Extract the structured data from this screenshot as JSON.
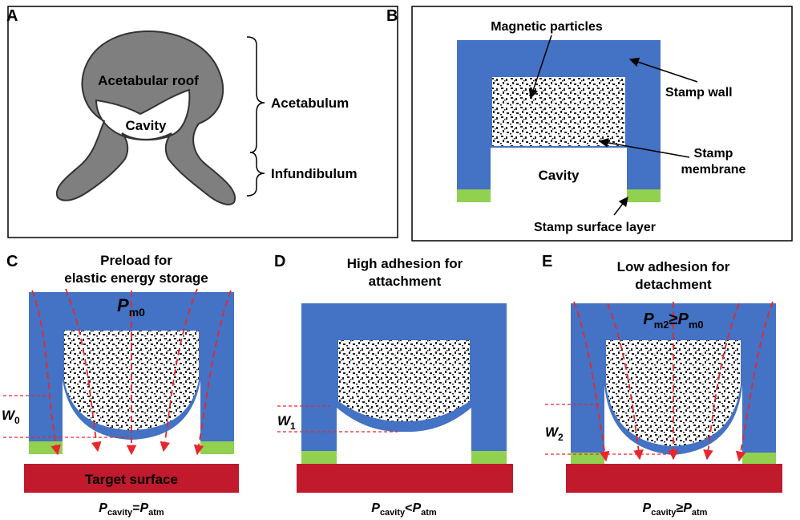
{
  "colors": {
    "stamp_blue": "#4472C4",
    "surface_green": "#92D050",
    "target_red": "#C01A2C",
    "arrow_red": "#E8262C",
    "roof_gray": "#7F7F7F",
    "particle_dark": "#222222"
  },
  "panels": {
    "A": {
      "letter": "A",
      "roof_label": "Acetabular roof",
      "cavity_label": "Cavity",
      "acetabulum_label": "Acetabulum",
      "infundibulum_label": "Infundibulum"
    },
    "B": {
      "letter": "B",
      "particles_label": "Magnetic particles",
      "wall_label": "Stamp wall",
      "membrane_line1": "Stamp",
      "membrane_line2": "membrane",
      "cavity_label": "Cavity",
      "surface_layer_label": "Stamp surface layer"
    },
    "C": {
      "letter": "C",
      "title_line1": "Preload for",
      "title_line2": "elastic energy storage",
      "pressure_main": "P",
      "pressure_sub": "m0",
      "w_main": "W",
      "w_sub": "0",
      "target_label": "Target surface",
      "eq_p1": "P",
      "eq_s1": "cavity",
      "eq_op": "=",
      "eq_p2": "P",
      "eq_s2": "atm"
    },
    "D": {
      "letter": "D",
      "title_line1": "High adhesion for",
      "title_line2": "attachment",
      "w_main": "W",
      "w_sub": "1",
      "eq_p1": "P",
      "eq_s1": "cavity",
      "eq_op": "<",
      "eq_p2": "P",
      "eq_s2": "atm"
    },
    "E": {
      "letter": "E",
      "title_line1": "Low adhesion for",
      "title_line2": "detachment",
      "pressure_p1": "P",
      "pressure_s1": "m2",
      "pressure_op": "≥",
      "pressure_p2": "P",
      "pressure_s2": "m0",
      "w_main": "W",
      "w_sub": "2",
      "eq_p1": "P",
      "eq_s1": "cavity",
      "eq_op": "≥",
      "eq_p2": "P",
      "eq_s2": "atm"
    }
  }
}
